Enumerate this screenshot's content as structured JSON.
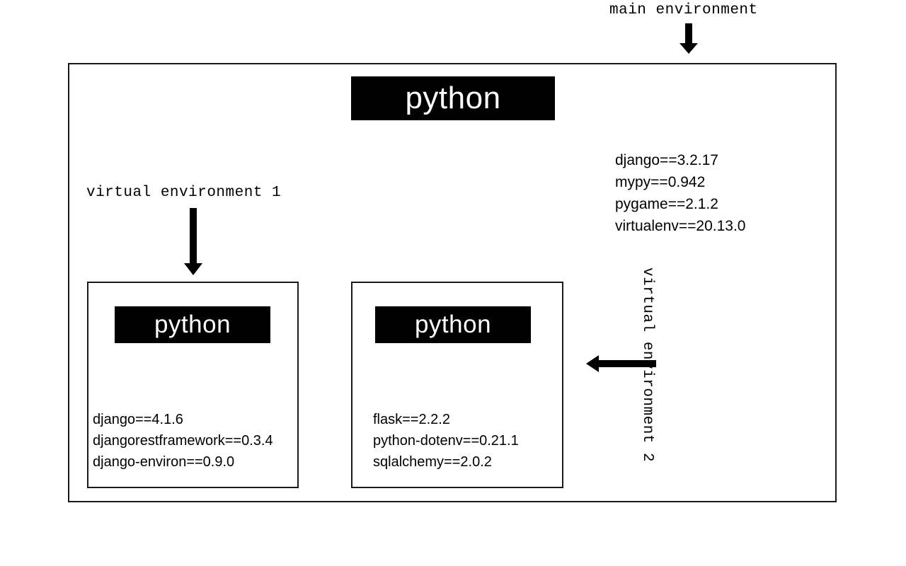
{
  "diagram": {
    "logo_text": "python",
    "main_environment": {
      "label": "main environment",
      "arrow_icon": "arrow-down-icon",
      "packages": [
        "django==3.2.17",
        "mypy==0.942",
        "pygame==2.1.2",
        "virtualenv==20.13.0"
      ]
    },
    "virtual_environment_1": {
      "label": "virtual environment 1",
      "arrow_icon": "arrow-down-icon",
      "logo_text": "python",
      "packages": [
        "django==4.1.6",
        "djangorestframework==0.3.4",
        "django-environ==0.9.0"
      ]
    },
    "virtual_environment_2": {
      "label": "virtual environment 2",
      "arrow_icon": "arrow-left-icon",
      "logo_text": "python",
      "packages": [
        "flask==2.2.2",
        "python-dotenv==0.21.1",
        "sqlalchemy==2.0.2"
      ]
    },
    "colors": {
      "background": "#ffffff",
      "foreground": "#000000",
      "box_border": "#1a1a1a",
      "logo_background": "#000000",
      "logo_text": "#ffffff"
    }
  }
}
